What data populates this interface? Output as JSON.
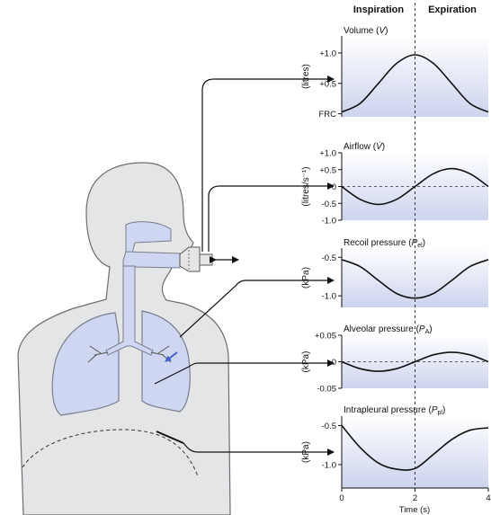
{
  "headers": {
    "inspiration": "Inspiration",
    "expiration": "Expiration"
  },
  "x_axis": {
    "label": "Time (s)",
    "ticks": [
      "0",
      "2",
      "4"
    ],
    "min": 0,
    "max": 4,
    "divider_at": 2
  },
  "colors": {
    "body_fill": "#e4e5e6",
    "body_stroke": "#6b6d70",
    "lung_fill": "#cfd6f1",
    "lung_stroke": "#7a7e8c",
    "panel_top": "#ffffff",
    "panel_bottom": "#ccd3ee",
    "curve": "#111111",
    "arrow": "#111111",
    "accent_arrow": "#3f63c8"
  },
  "chart_data": [
    {
      "type": "line",
      "title": "Volume (V)",
      "title_main": "Volume (",
      "title_var": "V",
      "title_sub": "",
      "title_end": ")",
      "ylabel": "(litres)",
      "yticks": [
        "+1.0",
        "+0.5",
        "FRC"
      ],
      "ytick_values": [
        1.0,
        0.5,
        0.0
      ],
      "ylim": [
        -0.05,
        1.28
      ],
      "zero_line": false,
      "x": [
        0,
        0.5,
        1,
        1.5,
        2,
        2.5,
        3,
        3.5,
        4
      ],
      "y": [
        0.03,
        0.17,
        0.5,
        0.83,
        0.97,
        0.83,
        0.5,
        0.17,
        0.03
      ]
    },
    {
      "type": "line",
      "title": "Airflow (V̇)",
      "title_main": "Airflow (",
      "title_var": "V̇",
      "title_sub": "",
      "title_end": ")",
      "ylabel": "(litres/s⁻¹)",
      "yticks": [
        "+1.0",
        "+0.5",
        "0",
        "-0.5",
        "-1.0"
      ],
      "ytick_values": [
        1.0,
        0.5,
        0.0,
        -0.5,
        -1.0
      ],
      "ylim": [
        -1.0,
        1.0
      ],
      "zero_line": true,
      "x": [
        0,
        0.5,
        1,
        1.5,
        2,
        2.5,
        3,
        3.5,
        4
      ],
      "y": [
        0.0,
        -0.38,
        -0.53,
        -0.38,
        0.0,
        0.38,
        0.53,
        0.38,
        0.0
      ]
    },
    {
      "type": "line",
      "title": "Recoil pressure (Pel)",
      "title_main": "Recoil pressure (",
      "title_var": "P",
      "title_sub": "el",
      "title_end": ")",
      "ylabel": "(kPa)",
      "yticks": [
        "-0.5",
        "-1.0"
      ],
      "ytick_values": [
        -0.5,
        -1.0
      ],
      "ylim": [
        -1.15,
        -0.38
      ],
      "zero_line": false,
      "x": [
        0,
        0.5,
        1,
        1.5,
        2,
        2.5,
        3,
        3.5,
        4
      ],
      "y": [
        -0.53,
        -0.62,
        -0.8,
        -0.97,
        -1.03,
        -0.97,
        -0.8,
        -0.62,
        -0.53
      ]
    },
    {
      "type": "line",
      "title": "Alveolar pressure (PA)",
      "title_main": "Alveolar pressure (",
      "title_var": "P",
      "title_sub": "A",
      "title_end": ")",
      "ylabel": "(kPa)",
      "yticks": [
        "+0.05",
        "0",
        "-0.05"
      ],
      "ytick_values": [
        0.05,
        0.0,
        -0.05
      ],
      "ylim": [
        -0.05,
        0.05
      ],
      "zero_line": true,
      "x": [
        0,
        0.5,
        1,
        1.5,
        2,
        2.5,
        3,
        3.5,
        4
      ],
      "y": [
        0.0,
        -0.013,
        -0.018,
        -0.013,
        0.0,
        0.013,
        0.018,
        0.013,
        0.0
      ]
    },
    {
      "type": "line",
      "title": "Intrapleural pressure (Ppl)",
      "title_main": "Intrapleural pressure (",
      "title_var": "P",
      "title_sub": "pl",
      "title_end": ")",
      "ylabel": "(kPa)",
      "yticks": [
        "-0.5",
        "-1.0"
      ],
      "ytick_values": [
        -0.5,
        -1.0
      ],
      "ylim": [
        -1.3,
        -0.38
      ],
      "zero_line": false,
      "x": [
        0,
        0.5,
        1,
        1.5,
        2,
        2.5,
        3,
        3.5,
        4
      ],
      "y": [
        -0.5,
        -0.78,
        -0.98,
        -1.06,
        -1.05,
        -0.87,
        -0.68,
        -0.56,
        -0.53
      ]
    }
  ]
}
